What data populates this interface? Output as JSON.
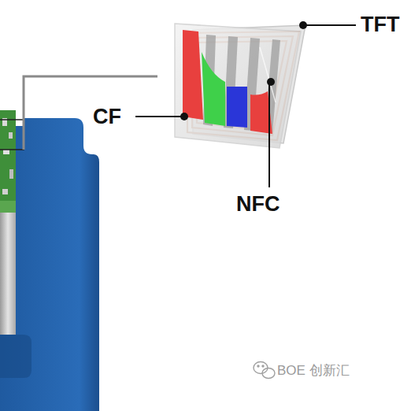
{
  "diagram": {
    "labels": [
      "TFT",
      "CF",
      "NFC",
      "BOE 创新汇"
    ]
  }
}
